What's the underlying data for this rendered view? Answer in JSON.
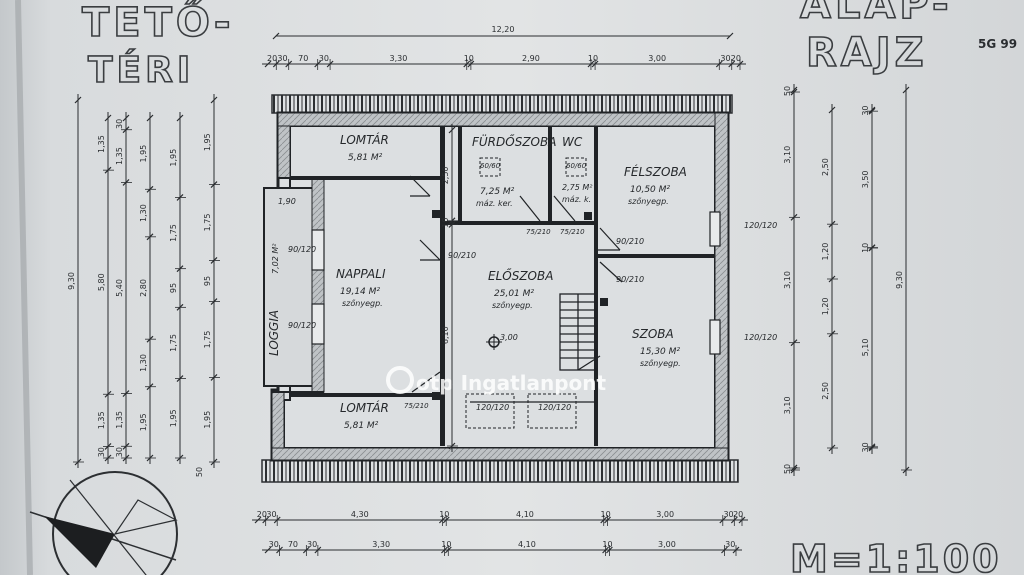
{
  "title": {
    "line1": "TETŐ-",
    "line2": "TÉRI",
    "right1": "ALAP-",
    "right2": "RAJZ"
  },
  "scale": "M=1:100",
  "corner_mark": "5G 99",
  "watermark": "otp Ingatlanpont",
  "rooms": [
    {
      "name": "LOMTÁR",
      "area": "5,81 M²",
      "floor": ""
    },
    {
      "name": "FÜRDŐSZOBA",
      "area": "7,25 M²",
      "floor": "máz. ker."
    },
    {
      "name": "WC",
      "area": "2,75 M²",
      "floor": "máz. k."
    },
    {
      "name": "FÉLSZOBA",
      "area": "10,50 M²",
      "floor": "szőnyegp."
    },
    {
      "name": "NAPPALI",
      "area": "19,14 M²",
      "floor": "szőnyegp."
    },
    {
      "name": "ELŐSZOBA",
      "area": "25,01 M²",
      "floor": "szőnyegp."
    },
    {
      "name": "SZOBA",
      "area": "15,30 M²",
      "floor": "szőnyegp."
    },
    {
      "name": "LOMTÁR",
      "area": "5,81 M²",
      "floor": ""
    },
    {
      "name": "LOGGIA",
      "area": "7,02 M²",
      "floor": ""
    }
  ],
  "openings": [
    "90/210",
    "90/120",
    "90/120",
    "60/60",
    "60/60",
    "75/210",
    "75/210",
    "90/210",
    "90/210",
    "120/120",
    "120/120",
    "120/120",
    "120/120",
    "75/210",
    "3,00",
    "1,90"
  ],
  "dims": {
    "top_total": "12,20",
    "top_row": [
      "20",
      "30",
      "70",
      "30",
      "3,30",
      "10",
      "2,90",
      "10",
      "3,00",
      "30",
      "20"
    ],
    "bottom_row1": [
      "20",
      "30",
      "4,30",
      "10",
      "4,10",
      "10",
      "3,00",
      "30",
      "20"
    ],
    "bottom_row2": [
      "30",
      "70",
      "30",
      "3,30",
      "10",
      "4,10",
      "10",
      "3,00",
      "30"
    ],
    "left_outer": "9,30",
    "left_cols": [
      [
        "1,35",
        "5,80",
        "1,35",
        "30"
      ],
      [
        "30",
        "1,35",
        "5,40",
        "1,35",
        "30"
      ],
      [
        "1,95",
        "1,30",
        "2,80",
        "1,30",
        "1,95"
      ],
      [
        "1,95",
        "1,75",
        "95",
        "1,75",
        "1,95"
      ]
    ],
    "left_bottom": "50",
    "inner": [
      "2,50",
      "10",
      "6,10"
    ],
    "right_cols": [
      [
        "50",
        "3,10",
        "3,10",
        "3,10",
        "50"
      ],
      [
        "2,50",
        "1,20",
        "1,20",
        "2,50"
      ],
      [
        "30",
        "3,50",
        "10",
        "5,10",
        "30"
      ],
      [
        "9,30"
      ]
    ]
  }
}
